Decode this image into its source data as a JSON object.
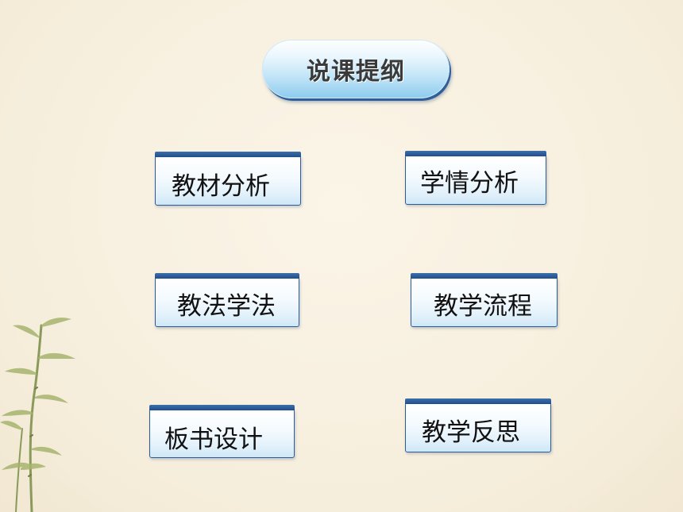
{
  "colors": {
    "background": "#f7f0e0",
    "box_border": "#2d5b97",
    "box_top_bar": "#1f4e8c",
    "pill_gradient_end": "#8ccbee",
    "text": "#111111"
  },
  "title": "说课提纲",
  "items": [
    {
      "label": "教材分析"
    },
    {
      "label": "学情分析"
    },
    {
      "label": "教法学法"
    },
    {
      "label": "教学流程"
    },
    {
      "label": "板书设计"
    },
    {
      "label": "教学反思"
    }
  ],
  "decoration": {
    "icon": "bamboo-icon"
  }
}
